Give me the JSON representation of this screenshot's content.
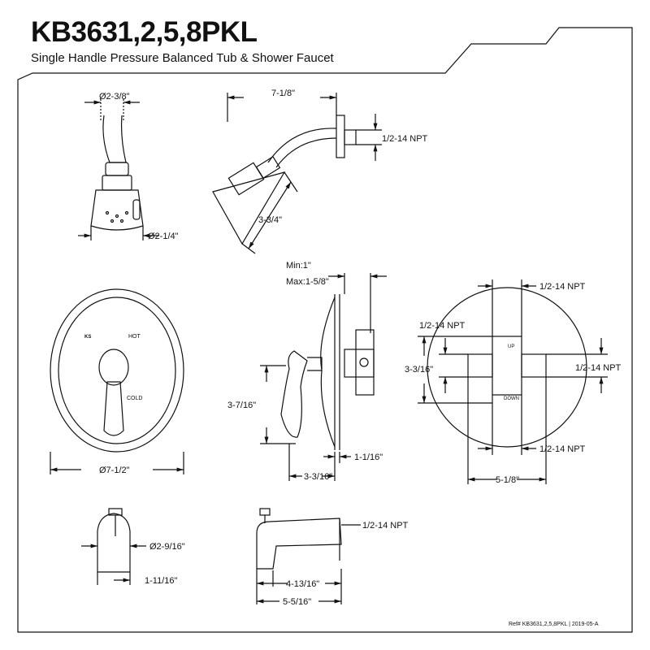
{
  "header": {
    "model": "KB3631,2,5,8PKL",
    "description": "Single Handle Pressure Balanced Tub & Shower Faucet"
  },
  "showerhead_front": {
    "dim_top": "Ø2-3/8\"",
    "dim_bottom": "Ø2-1/4\""
  },
  "showerhead_side": {
    "dim_width": "7-1/8\"",
    "dim_npt": "1/2-14 NPT",
    "dim_drop": "3-3/4\""
  },
  "valve_front": {
    "label_hot": "HOT",
    "label_cold": "COLD",
    "dim_width": "Ø7-1/2\""
  },
  "valve_side": {
    "dim_min": "Min:1\"",
    "dim_max": "Max:1-5/8\"",
    "dim_handle": "3-7/16\"",
    "dim_depth": "3-3/16\"",
    "dim_offset": "1-1/16\""
  },
  "valve_back": {
    "npt_top": "1/2-14 NPT",
    "npt_left": "1/2-14 NPT",
    "npt_right": "1/2-14 NPT",
    "npt_bottom": "1/2-14 NPT",
    "dim_height": "3-3/16\"",
    "dim_width": "5-1/8\"",
    "label_up": "UP",
    "label_down": "DOWN"
  },
  "spout_front": {
    "dim_dia": "Ø2-9/16\"",
    "dim_height": "1-11/16\""
  },
  "spout_side": {
    "dim_npt": "1/2-14 NPT",
    "dim_reach": "4-13/16\"",
    "dim_length": "5-5/16\""
  },
  "footer": {
    "ref": "Ref# KB3631,2,5,8PKL | 2019-05-A"
  },
  "colors": {
    "line": "#111111",
    "background": "#ffffff"
  }
}
